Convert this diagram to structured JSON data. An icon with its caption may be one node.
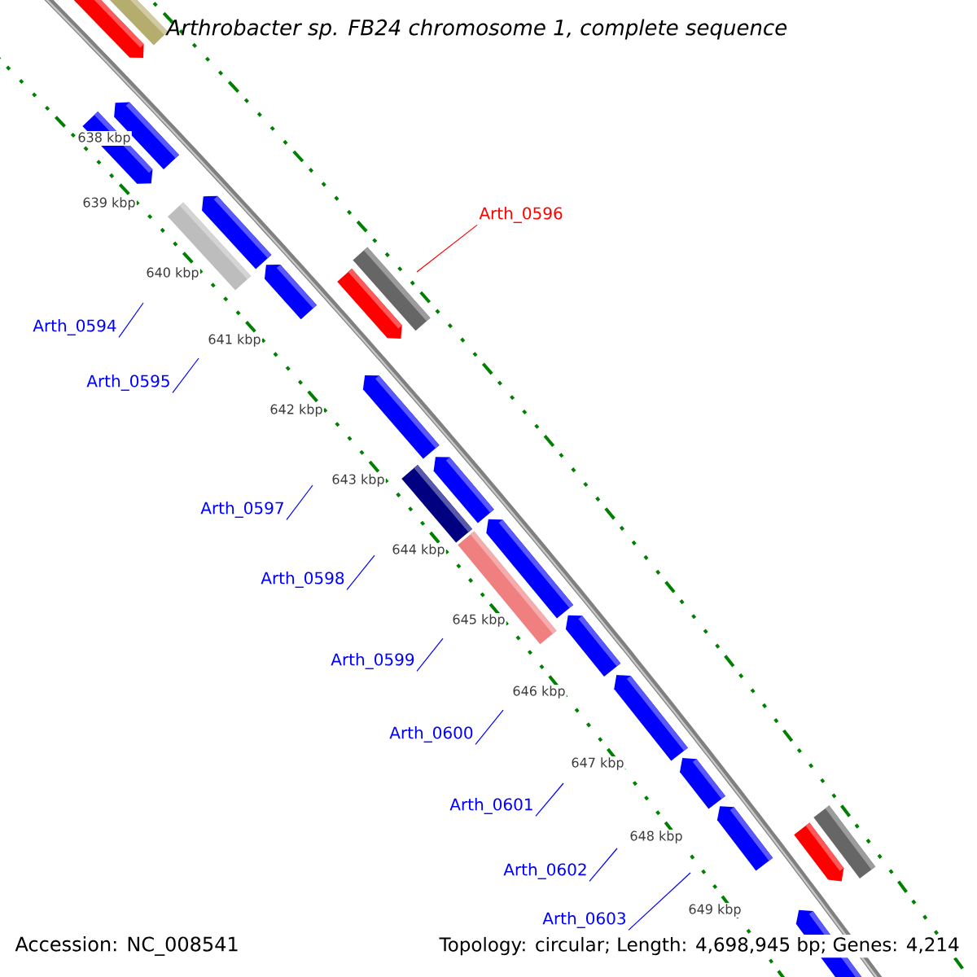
{
  "diagram": {
    "title": "Arthrobacter sp. FB24 chromosome 1, complete sequence",
    "nodes": [
      {
        "text": [
          "Arth_0596"
        ]
      },
      {
        "text": [
          "Arth_0594"
        ]
      },
      {
        "text": [
          "Arth_0595"
        ]
      },
      {
        "text": [
          "Arth_0597"
        ]
      },
      {
        "text": [
          "Arth_0598"
        ]
      },
      {
        "text": [
          "Arth_0599"
        ]
      },
      {
        "text": [
          "Arth_0600"
        ]
      },
      {
        "text": [
          "Arth_0601"
        ]
      },
      {
        "text": [
          "Arth_0602"
        ]
      },
      {
        "text": [
          "Arth_0603"
        ]
      }
    ],
    "edges": [
      {
        "from": 0,
        "to": null,
        "arrow": "none",
        "color": "#ff0000"
      },
      {
        "from": 1,
        "to": null,
        "arrow": "none"
      },
      {
        "from": 2,
        "to": null,
        "arrow": "none"
      },
      {
        "from": 3,
        "to": null,
        "arrow": "none"
      },
      {
        "from": 4,
        "to": null,
        "arrow": "none"
      },
      {
        "from": 5,
        "to": null,
        "arrow": "none"
      },
      {
        "from": 6,
        "to": null,
        "arrow": "none"
      },
      {
        "from": 7,
        "to": null,
        "arrow": "none"
      },
      {
        "from": 8,
        "to": null,
        "arrow": "none"
      },
      {
        "from": 9,
        "to": null,
        "arrow": "none"
      }
    ],
    "labels": [
      "638 kbp",
      "639 kbp",
      "640 kbp",
      "641 kbp",
      "642 kbp",
      "643 kbp",
      "644 kbp",
      "645 kbp",
      "646 kbp",
      "647 kbp",
      "648 kbp",
      "649 kbp",
      "Accession: NC_008541",
      "Topology: circular; Length: 4,698,945 bp; Genes: 4,214"
    ]
  }
}
